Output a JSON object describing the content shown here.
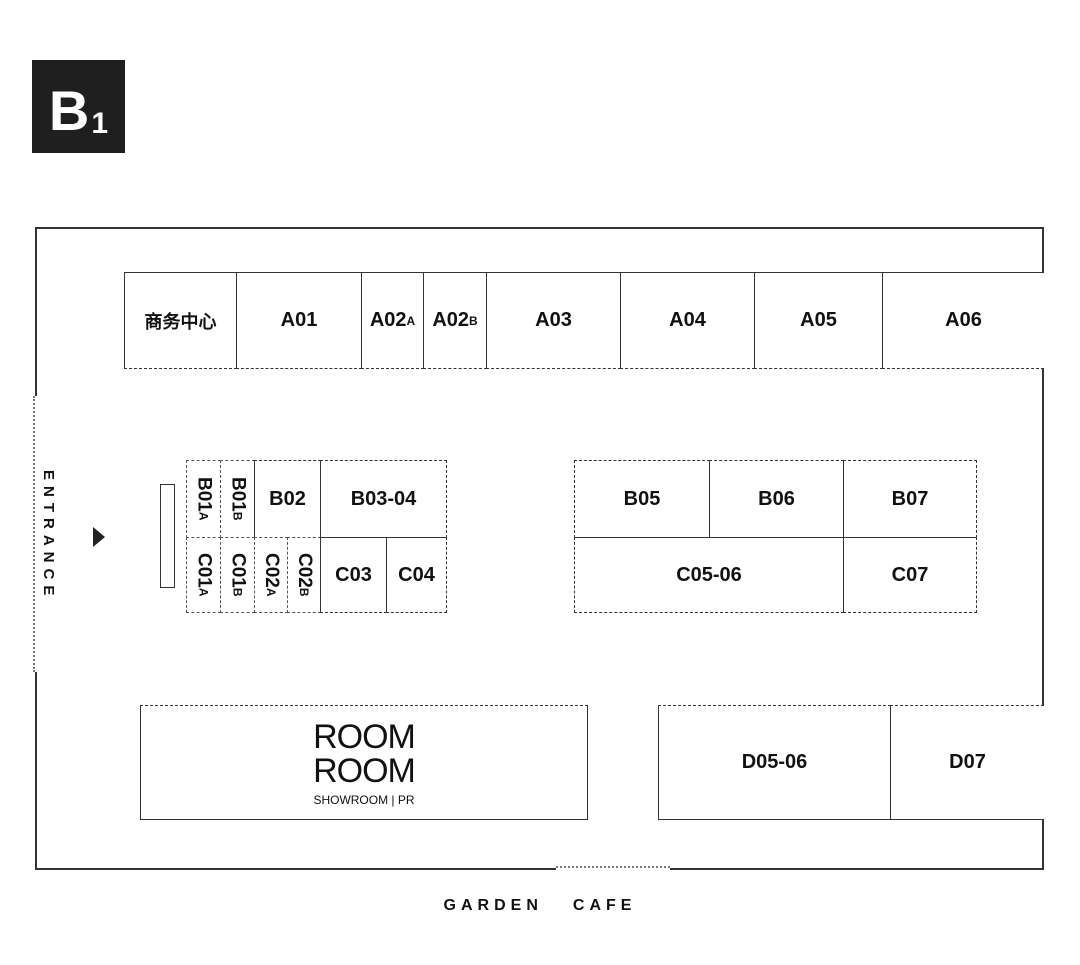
{
  "floor": {
    "letter": "B",
    "number": "1"
  },
  "entrance": "ENTRANCE",
  "bottom_label": [
    "GARDEN",
    "CAFE"
  ],
  "top_row": [
    "商务中心",
    "A01",
    "A02",
    "A02",
    "A03",
    "A04",
    "A05",
    "A06"
  ],
  "top_row_sub": {
    "a02a": "A",
    "a02b": "B"
  },
  "left_block": {
    "b01a": "B01",
    "b01a_sub": "A",
    "b01b": "B01",
    "b01b_sub": "B",
    "b02": "B02",
    "b0304": "B03-04",
    "c01a": "C01",
    "c01a_sub": "A",
    "c01b": "C01",
    "c01b_sub": "B",
    "c02a": "C02",
    "c02a_sub": "A",
    "c02b": "C02",
    "c02b_sub": "B",
    "c03": "C03",
    "c04": "C04"
  },
  "right_block": {
    "b05": "B05",
    "b06": "B06",
    "b07": "B07",
    "c0506": "C05-06",
    "c07": "C07"
  },
  "showroom": {
    "line1": "ROOM",
    "line2": "ROOM",
    "caption": "SHOWROOM | PR"
  },
  "bottom_right": {
    "d0506": "D05-06",
    "d07": "D07"
  }
}
